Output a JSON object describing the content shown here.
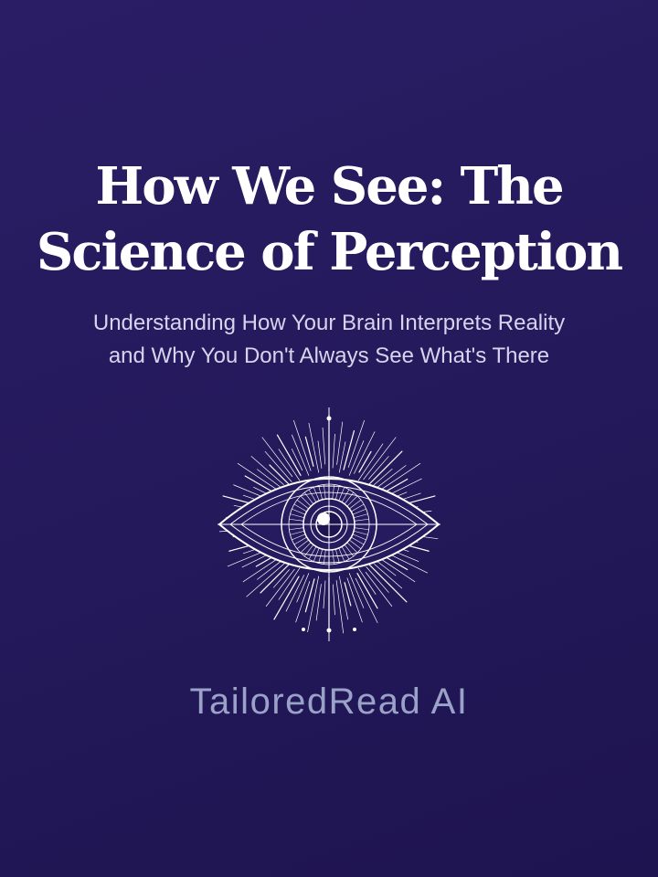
{
  "cover": {
    "title_line1": "How We See: The",
    "title_line2": "Science of Perception",
    "subtitle_line1": "Understanding How Your Brain Interprets Reality",
    "subtitle_line2": "and Why You Don't Always See What's There",
    "emblem_icon": "radiant-eye-icon",
    "brand": "TailoredRead AI"
  },
  "colors": {
    "background_top": "#2a1d66",
    "background_bottom": "#1e1450",
    "title": "#ffffff",
    "subtitle": "#d8d4ee",
    "brand": "#9aa2c8"
  }
}
